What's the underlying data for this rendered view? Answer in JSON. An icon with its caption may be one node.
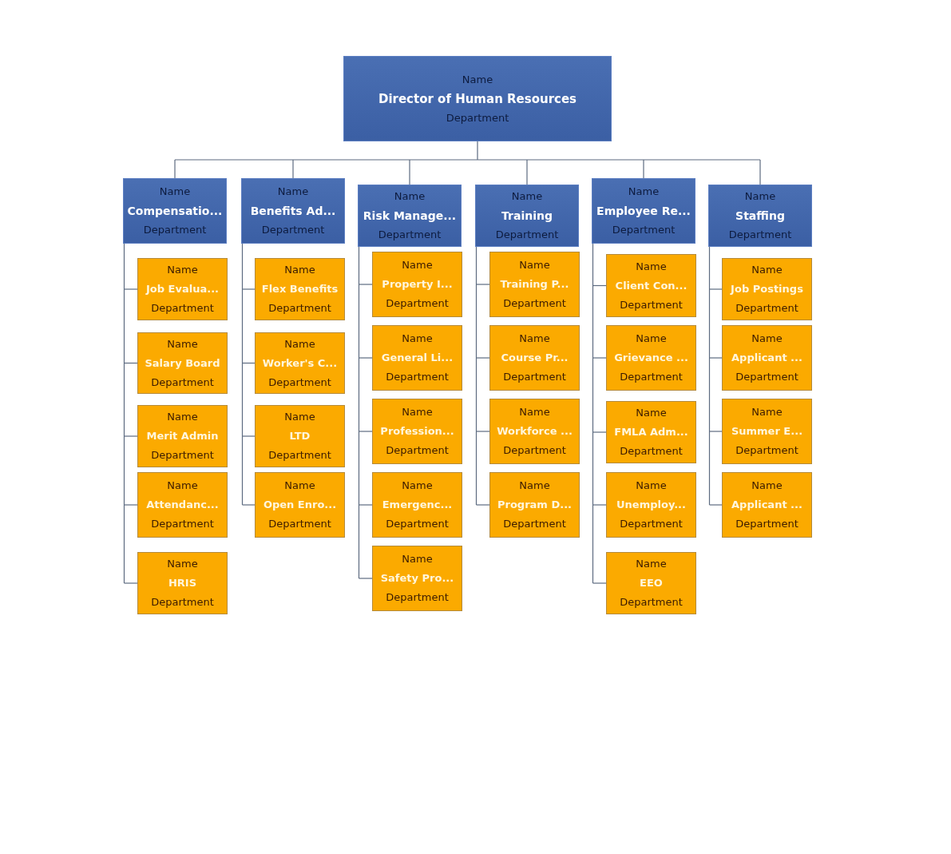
{
  "diagram": {
    "nodes": [
      {
        "text": [
          "Name",
          "Director of Human Resources",
          "Department"
        ]
      },
      {
        "text": [
          "Name",
          "Compensatio...",
          "Department"
        ]
      },
      {
        "text": [
          "Name",
          "Job Evalua...",
          "Department"
        ]
      },
      {
        "text": [
          "Name",
          "Salary Board",
          "Department"
        ]
      },
      {
        "text": [
          "Name",
          "Merit Admin",
          "Department"
        ]
      },
      {
        "text": [
          "Name",
          "Attendanc...",
          "Department"
        ]
      },
      {
        "text": [
          "Name",
          "HRIS",
          "Department"
        ]
      },
      {
        "text": [
          "Name",
          "Benefits Ad...",
          "Department"
        ]
      },
      {
        "text": [
          "Name",
          "Flex Benefits",
          "Department"
        ]
      },
      {
        "text": [
          "Name",
          "Worker's C...",
          "Department"
        ]
      },
      {
        "text": [
          "Name",
          "LTD",
          "Department"
        ]
      },
      {
        "text": [
          "Name",
          "Open Enro...",
          "Department"
        ]
      },
      {
        "text": [
          "Name",
          "Risk Manage...",
          "Department"
        ]
      },
      {
        "text": [
          "Name",
          "Property I...",
          "Department"
        ]
      },
      {
        "text": [
          "Name",
          "General Li...",
          "Department"
        ]
      },
      {
        "text": [
          "Name",
          "Profession...",
          "Department"
        ]
      },
      {
        "text": [
          "Name",
          "Emergenc...",
          "Department"
        ]
      },
      {
        "text": [
          "Name",
          "Safety Pro...",
          "Department"
        ]
      },
      {
        "text": [
          "Name",
          "Training",
          "Department"
        ]
      },
      {
        "text": [
          "Name",
          "Training P...",
          "Department"
        ]
      },
      {
        "text": [
          "Name",
          "Course Pr...",
          "Department"
        ]
      },
      {
        "text": [
          "Name",
          "Workforce ...",
          "Department"
        ]
      },
      {
        "text": [
          "Name",
          "Program D...",
          "Department"
        ]
      },
      {
        "text": [
          "Name",
          "Employee Re...",
          "Department"
        ]
      },
      {
        "text": [
          "Name",
          "Client Con...",
          "Department"
        ]
      },
      {
        "text": [
          "Name",
          "Grievance ...",
          "Department"
        ]
      },
      {
        "text": [
          "Name",
          "FMLA Adm...",
          "Department"
        ]
      },
      {
        "text": [
          "Name",
          "Unemploy...",
          "Department"
        ]
      },
      {
        "text": [
          "Name",
          "EEO",
          "Department"
        ]
      },
      {
        "text": [
          "Name",
          "Staffing",
          "Department"
        ]
      },
      {
        "text": [
          "Name",
          "Job Postings",
          "Department"
        ]
      },
      {
        "text": [
          "Name",
          "Applicant ...",
          "Department"
        ]
      },
      {
        "text": [
          "Name",
          "Summer E...",
          "Department"
        ]
      },
      {
        "text": [
          "Name",
          "Applicant ...",
          "Department"
        ]
      }
    ],
    "edges": [
      {
        "from": 0,
        "to": 1,
        "arrow": "none"
      },
      {
        "from": 0,
        "to": 7,
        "arrow": "none"
      },
      {
        "from": 0,
        "to": 12,
        "arrow": "none"
      },
      {
        "from": 0,
        "to": 18,
        "arrow": "none"
      },
      {
        "from": 0,
        "to": 23,
        "arrow": "none"
      },
      {
        "from": 0,
        "to": 29,
        "arrow": "none"
      },
      {
        "from": 1,
        "to": 2,
        "arrow": "none"
      },
      {
        "from": 1,
        "to": 3,
        "arrow": "none"
      },
      {
        "from": 1,
        "to": 4,
        "arrow": "none"
      },
      {
        "from": 1,
        "to": 5,
        "arrow": "none"
      },
      {
        "from": 1,
        "to": 6,
        "arrow": "none"
      },
      {
        "from": 7,
        "to": 8,
        "arrow": "none"
      },
      {
        "from": 7,
        "to": 9,
        "arrow": "none"
      },
      {
        "from": 7,
        "to": 10,
        "arrow": "none"
      },
      {
        "from": 7,
        "to": 11,
        "arrow": "none"
      },
      {
        "from": 12,
        "to": 13,
        "arrow": "none"
      },
      {
        "from": 12,
        "to": 14,
        "arrow": "none"
      },
      {
        "from": 12,
        "to": 15,
        "arrow": "none"
      },
      {
        "from": 12,
        "to": 16,
        "arrow": "none"
      },
      {
        "from": 12,
        "to": 17,
        "arrow": "none"
      },
      {
        "from": 18,
        "to": 19,
        "arrow": "none"
      },
      {
        "from": 18,
        "to": 20,
        "arrow": "none"
      },
      {
        "from": 18,
        "to": 21,
        "arrow": "none"
      },
      {
        "from": 18,
        "to": 22,
        "arrow": "none"
      },
      {
        "from": 23,
        "to": 24,
        "arrow": "none"
      },
      {
        "from": 23,
        "to": 25,
        "arrow": "none"
      },
      {
        "from": 23,
        "to": 26,
        "arrow": "none"
      },
      {
        "from": 23,
        "to": 27,
        "arrow": "none"
      },
      {
        "from": 23,
        "to": 28,
        "arrow": "none"
      },
      {
        "from": 29,
        "to": 30,
        "arrow": "none"
      },
      {
        "from": 29,
        "to": 31,
        "arrow": "none"
      },
      {
        "from": 29,
        "to": 32,
        "arrow": "none"
      },
      {
        "from": 29,
        "to": 33,
        "arrow": "none"
      }
    ]
  }
}
